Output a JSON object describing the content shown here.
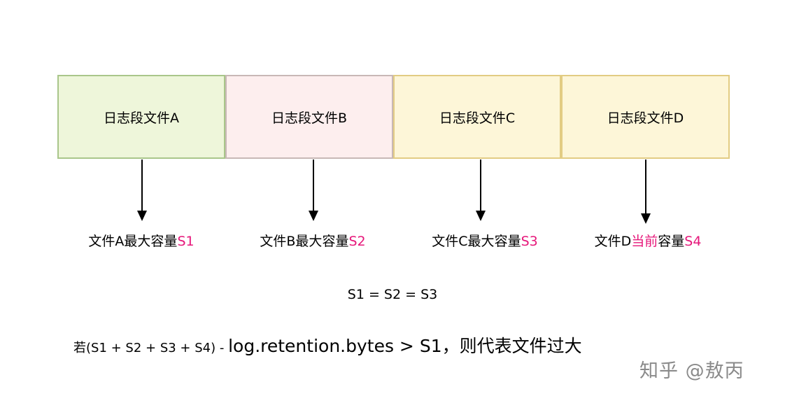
{
  "segments": [
    {
      "label": "日志段文件A",
      "fill": "#eef6da",
      "border": "#a9c68a"
    },
    {
      "label": "日志段文件B",
      "fill": "#fdeeee",
      "border": "#c8b8b6"
    },
    {
      "label": "日志段文件C",
      "fill": "#fdf6d8",
      "border": "#e2cc83"
    },
    {
      "label": "日志段文件D",
      "fill": "#fdf6d8",
      "border": "#e2cc83"
    }
  ],
  "captions": [
    {
      "prefix": "文件A",
      "middle": "最大",
      "middle_highlight": false,
      "suffix": "容量",
      "size_var": "S1"
    },
    {
      "prefix": "文件B",
      "middle": "最大",
      "middle_highlight": false,
      "suffix": "容量",
      "size_var": "S2"
    },
    {
      "prefix": "文件C",
      "middle": "最大",
      "middle_highlight": false,
      "suffix": "容量",
      "size_var": "S3"
    },
    {
      "prefix": "文件D",
      "middle": "当前",
      "middle_highlight": true,
      "suffix": "容量",
      "size_var": "S4"
    }
  ],
  "highlight_color": "#e6177a",
  "equation": "S1 = S2 = S3",
  "formula": {
    "part1": "若(S1 + S2 + S3 + S4) - ",
    "part2": "log.retention.bytes > S1，则代表文件过大"
  },
  "watermark": "知乎 @敖丙"
}
